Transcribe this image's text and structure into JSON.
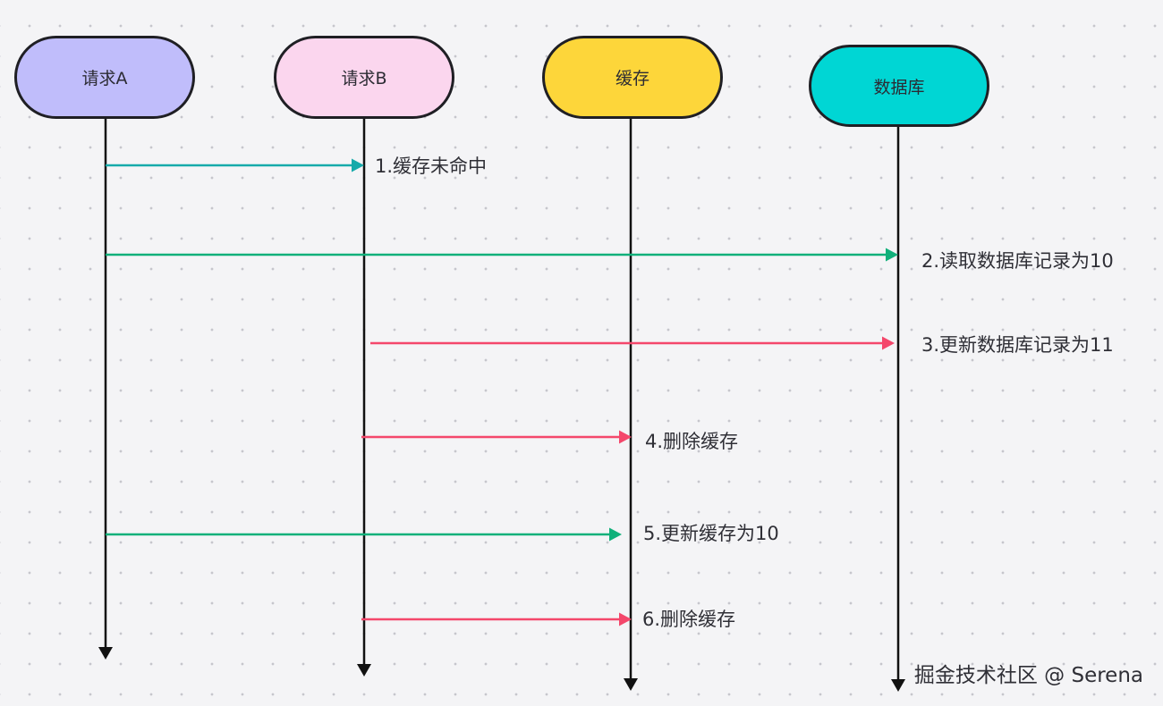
{
  "participants": [
    {
      "id": "req-a",
      "label": "请求A",
      "fill": "#c0bdfb"
    },
    {
      "id": "req-b",
      "label": "请求B",
      "fill": "#fbd6ee"
    },
    {
      "id": "cache",
      "label": "缓存",
      "fill": "#fdd63a"
    },
    {
      "id": "db",
      "label": "数据库",
      "fill": "#00d6d4"
    }
  ],
  "messages": [
    {
      "from": "req-a",
      "to": "req-b",
      "label": "1.缓存未命中",
      "color": "#16aaaa"
    },
    {
      "from": "req-a",
      "to": "db",
      "label": "2.读取数据库记录为10",
      "color": "#10b07a"
    },
    {
      "from": "req-b",
      "to": "db",
      "label": "3.更新数据库记录为11",
      "color": "#f4476b"
    },
    {
      "from": "req-b",
      "to": "cache",
      "label": "4.删除缓存",
      "color": "#f4476b"
    },
    {
      "from": "req-a",
      "to": "cache",
      "label": "5.更新缓存为10",
      "color": "#10b07a"
    },
    {
      "from": "req-b",
      "to": "cache",
      "label": "6.删除缓存",
      "color": "#f4476b"
    }
  ],
  "lifeline_color": "#111111",
  "watermark": "掘金技术社区 @ Serena"
}
